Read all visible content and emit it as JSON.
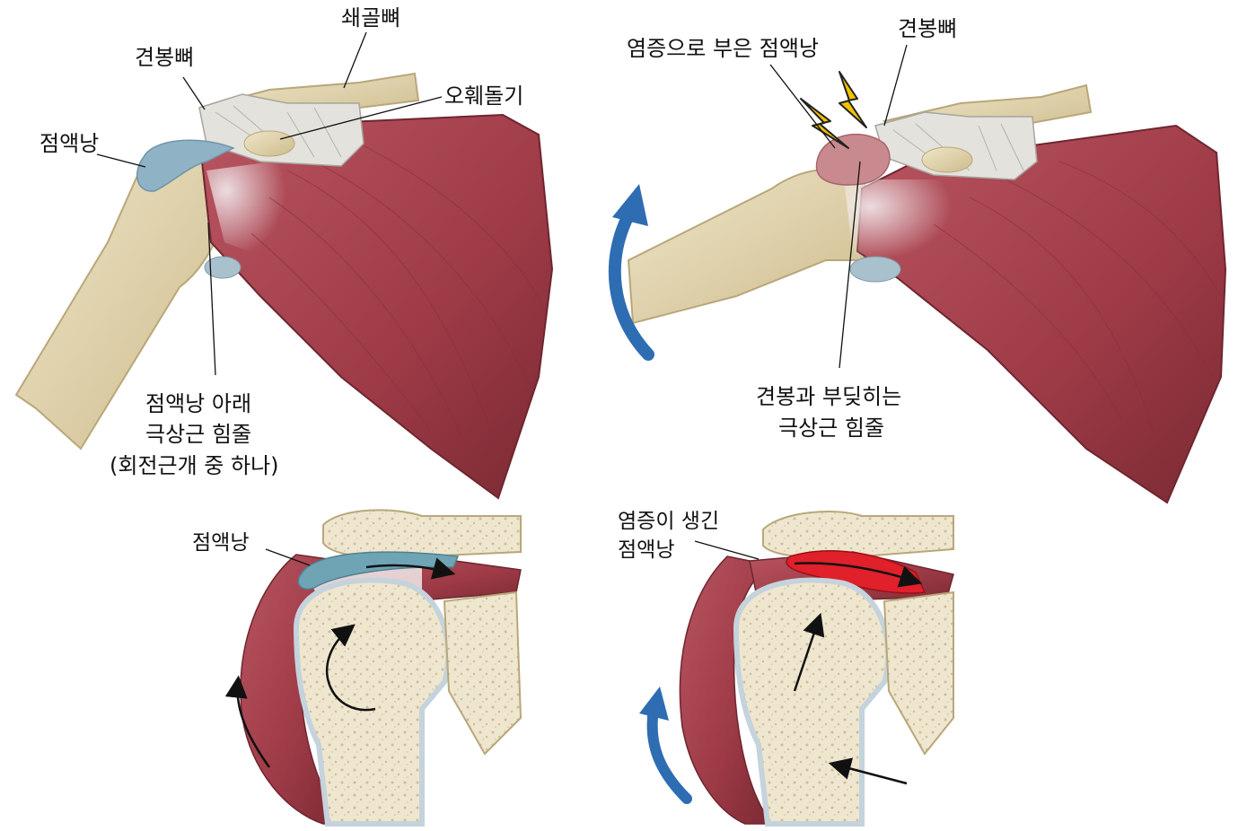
{
  "labels": {
    "top_left": {
      "clavicle": "쇄골뼈",
      "acromion": "견봉뼈",
      "coracoid": "오훼돌기",
      "bursa": "점액낭",
      "tendon_line1": "점액낭 아래",
      "tendon_line2": "극상근 힘줄",
      "tendon_line3": "(회전근개 중 하나)"
    },
    "top_right": {
      "inflamed_bursa": "염증으로 부은 점액낭",
      "acromion": "견봉뼈",
      "impinge_line1": "견봉과 부딪히는",
      "impinge_line2": "극상근 힘줄"
    },
    "bottom_left": {
      "bursa": "점액낭"
    },
    "bottom_right": {
      "inflamed_line1": "염증이 생긴",
      "inflamed_line2": "점액낭"
    }
  },
  "colors": {
    "bone": "#e9dfc0",
    "bone_shade": "#cdbf95",
    "muscle": "#a9444f",
    "muscle_dark": "#7a2a33",
    "bursa_normal": "#8fb3c4",
    "bursa_inflamed": "#c98a8f",
    "bursa_red": "#e0202a",
    "ligament": "#dcdcdc",
    "arrow_blue": "#2f6db3",
    "cartilage": "#b9ccd8",
    "lightning": "#f2c200"
  },
  "icons": {
    "lightning": "lightning-bolt-icon",
    "motion_arrow": "curved-arrow-icon"
  }
}
